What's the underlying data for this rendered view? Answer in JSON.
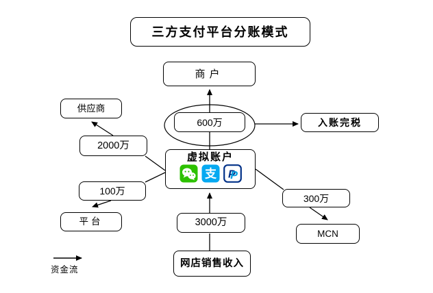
{
  "title": "三方支付平台分账模式",
  "nodes": {
    "merchant": {
      "label": "商户"
    },
    "supplier": {
      "label": "供应商"
    },
    "amount_600": {
      "label": "600万"
    },
    "tax_settled": {
      "label": "入账完税"
    },
    "amount_2000": {
      "label": "2000万"
    },
    "virtual_account": {
      "label": "虚拟账户"
    },
    "amount_100": {
      "label": "100万"
    },
    "platform": {
      "label": "平台"
    },
    "amount_300": {
      "label": "300万"
    },
    "mcn": {
      "label": "MCN"
    },
    "amount_3000": {
      "label": "3000万"
    },
    "shop_income": {
      "label": "网店销售收入"
    }
  },
  "legend": {
    "label": "资金流"
  },
  "icons": [
    {
      "name": "wechat-pay-icon"
    },
    {
      "name": "alipay-icon",
      "glyph": "支"
    },
    {
      "name": "paypal-icon",
      "glyph": "P"
    }
  ],
  "colors": {
    "line": "#000000",
    "wechat_green": "#2DC100",
    "alipay_blue": "#06A9F1",
    "paypal_navy": "#003087",
    "paypal_light_blue": "#009CDE"
  }
}
